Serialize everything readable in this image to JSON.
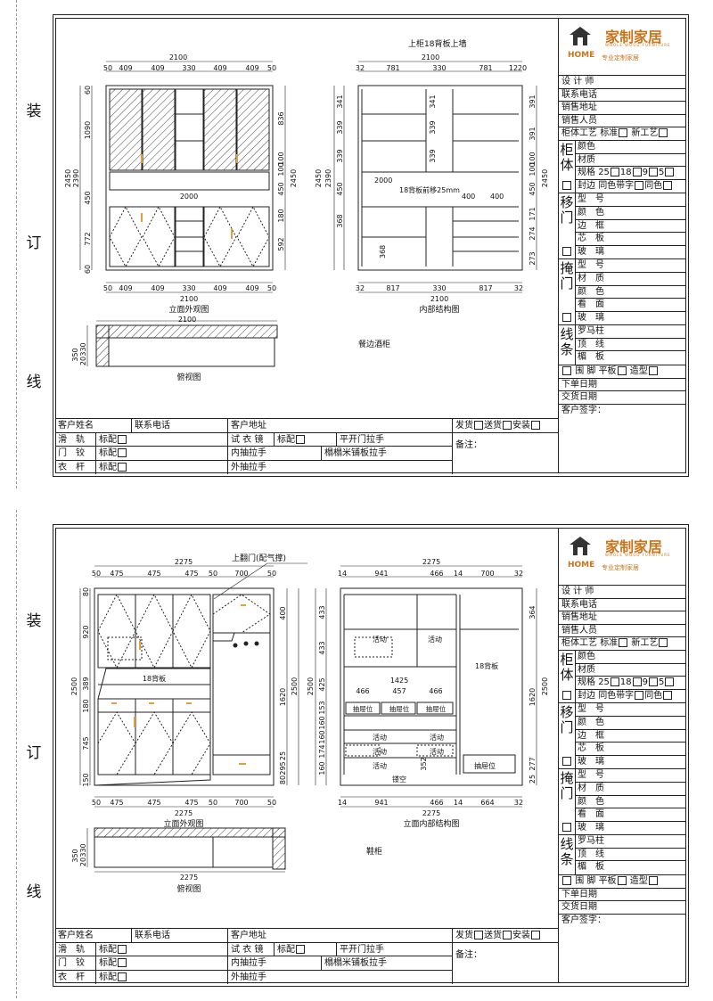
{
  "binding_chars": [
    "装",
    "订",
    "线"
  ],
  "logo": {
    "brand": "家制家居",
    "home": "HOME",
    "sub": "WHOLE WOOD FURNITURE",
    "slogan": "专业定制家居"
  },
  "right_panel": {
    "top_rows": [
      "设 计 师",
      "联系电话",
      "销售地址",
      "销售人员"
    ],
    "craft_row": {
      "label": "柜体工艺",
      "opt1": "标准",
      "opt2": "新工艺"
    },
    "cabinet": {
      "label": "柜体",
      "color": "颜色",
      "material": "材质",
      "spec": "规格",
      "spec_opts": [
        "25",
        "18",
        "9",
        "5"
      ],
      "edge": "封边",
      "edge_opts": [
        "同色带字",
        "同色"
      ]
    },
    "sliding_door": {
      "label": "移门",
      "items": [
        "型　号",
        "颜　色",
        "边　框",
        "芯　板",
        "玻　璃"
      ]
    },
    "swing_door": {
      "label": "掩门",
      "items": [
        "型　号",
        "材　质",
        "颜　色",
        "看　面",
        "玻　璃"
      ]
    },
    "trim": {
      "label": "线条",
      "items": [
        "罗马柱",
        "顶　线",
        "楣　板"
      ]
    },
    "baseboard": {
      "label": "围 脚",
      "opt1": "平板",
      "opt2": "造型"
    },
    "order_date": "下单日期",
    "delivery_date": "交货日期",
    "signature": "客户签字："
  },
  "bottom_table": {
    "customer_name": "客户姓名",
    "phone": "联系电话",
    "address": "客户地址",
    "ship": "发货",
    "deliver": "送货",
    "install": "安装",
    "rail": "滑　轨",
    "hinge": "门　铰",
    "rod": "衣　杆",
    "std": "标配",
    "mirror": "试 衣 镜",
    "inner_handle": "内抽拉手",
    "outer_handle": "外抽拉手",
    "flat_handle": "平开门拉手",
    "tatami_handle": "榻榻米铺板拉手",
    "remark": "备注："
  },
  "sheet1": {
    "title": "餐边酒柜",
    "note": "上柜18背板上墙",
    "elevation_caption": "立面外观图",
    "interior_caption": "内部结构图",
    "plan_caption": "俯视图",
    "total_width": "2100",
    "elev_top_dims": [
      "50",
      "409",
      "409",
      "330",
      "409",
      "409",
      "50"
    ],
    "elev_bottom_dims": [
      "50",
      "409",
      "409",
      "330",
      "409",
      "409",
      "50"
    ],
    "elev_left_dims": [
      "60",
      "1090",
      "450",
      "772",
      "60"
    ],
    "elev_total_h": [
      "2450",
      "2390"
    ],
    "elev_right_dims": [
      "836",
      "100",
      "100",
      "450",
      "180",
      "592"
    ],
    "elev_mid_label": "2000",
    "int_top_dims": [
      "32",
      "781",
      "330",
      "781",
      "12",
      "20"
    ],
    "int_bottom_dims": [
      "32",
      "817",
      "330",
      "817",
      "32"
    ],
    "int_left_dims": [
      "341",
      "339",
      "339",
      "450",
      "368"
    ],
    "int_mid_dims": [
      "341",
      "339",
      "339"
    ],
    "int_right_dims": [
      "391",
      "391",
      "100",
      "100",
      "450",
      "171",
      "274",
      "273"
    ],
    "int_labels": [
      "2000",
      "18背板前移25mm",
      "400",
      "400",
      "368"
    ],
    "plan_dims": [
      "350",
      "20",
      "330"
    ]
  },
  "sheet2": {
    "title": "鞋柜",
    "flap_note": "上翻门(配气撑)",
    "elevation_caption": "立面外观图",
    "interior_caption": "立面内部结构图",
    "plan_caption": "俯视图",
    "total_width": "2275",
    "elev_top_dims": [
      "50",
      "475",
      "475",
      "475",
      "50",
      "700",
      "50"
    ],
    "elev_bottom_dims": [
      "50",
      "475",
      "475",
      "475",
      "50",
      "700",
      "50"
    ],
    "elev_left_dims": [
      "80",
      "920",
      "389",
      "180",
      "745",
      "150"
    ],
    "elev_total_h": "2500",
    "elev_right_dims": [
      "400",
      "1620",
      "25",
      "295",
      "80"
    ],
    "elev_back_label": "18背板",
    "int_top_dims": [
      "14",
      "941",
      "466",
      "14",
      "700",
      "32"
    ],
    "int_bottom_dims": [
      "14",
      "941",
      "466",
      "14",
      "664",
      "32"
    ],
    "int_left_dims": [
      "433",
      "433",
      "425",
      "153",
      "160",
      "160",
      "174",
      "160"
    ],
    "int_right_dims": [
      "364",
      "1620",
      "277",
      "25"
    ],
    "int_labels": {
      "active": "活动",
      "drawer": "抽屉位",
      "hollow": "镂空",
      "back": "18背板",
      "w1425": "1425",
      "w466": "466",
      "w457": "457",
      "h352": "352"
    },
    "plan_dims": [
      "350",
      "20",
      "330"
    ]
  }
}
